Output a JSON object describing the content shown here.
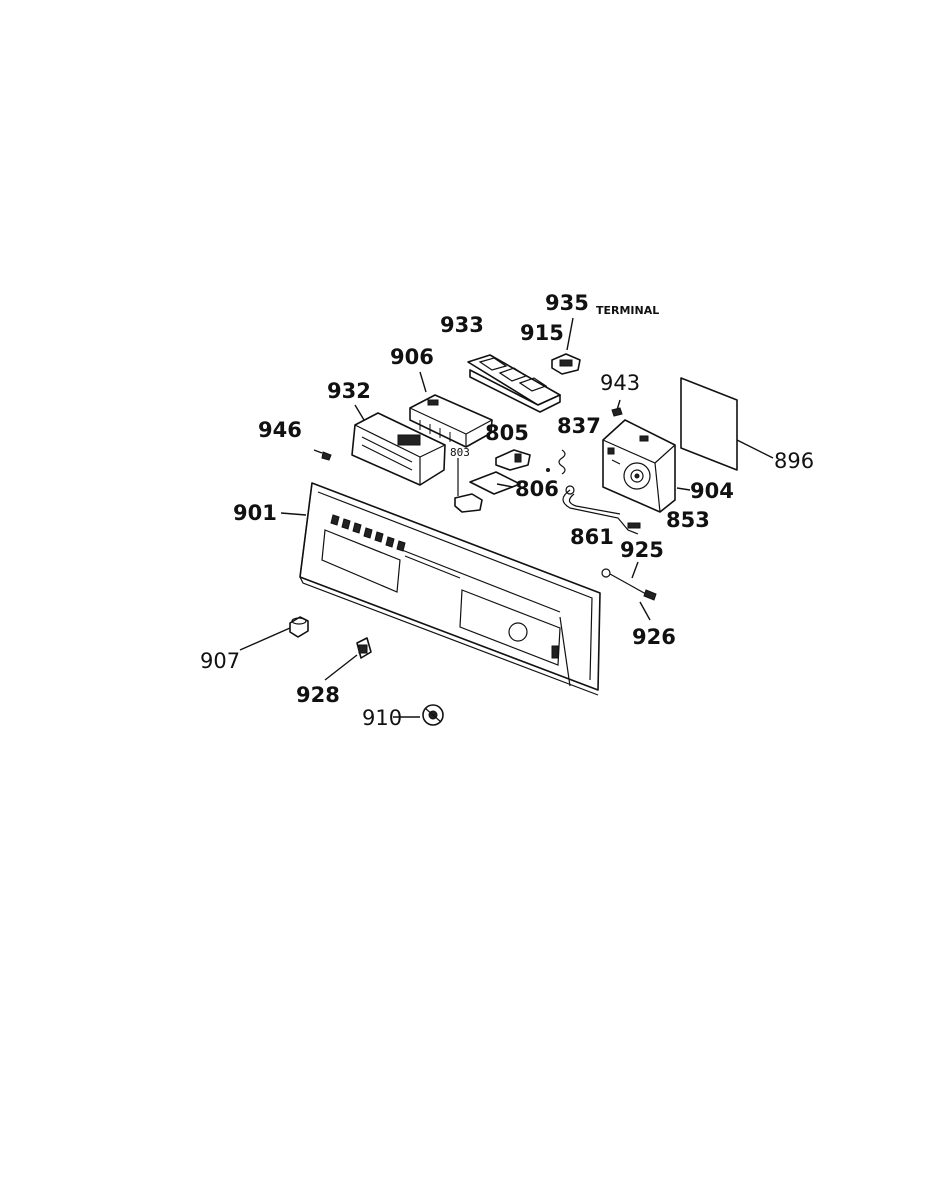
{
  "labels": {
    "p935": "935",
    "terminal": "TERMINAL",
    "p933": "933",
    "p915": "915",
    "p906": "906",
    "p943": "943",
    "p932": "932",
    "p946": "946",
    "p805": "805",
    "p837": "837",
    "p803": "803",
    "p896": "896",
    "p806": "806",
    "p904": "904",
    "p901": "901",
    "p853": "853",
    "p861": "861",
    "p925": "925",
    "p926": "926",
    "p907": "907",
    "p928": "928",
    "p910": "910"
  }
}
